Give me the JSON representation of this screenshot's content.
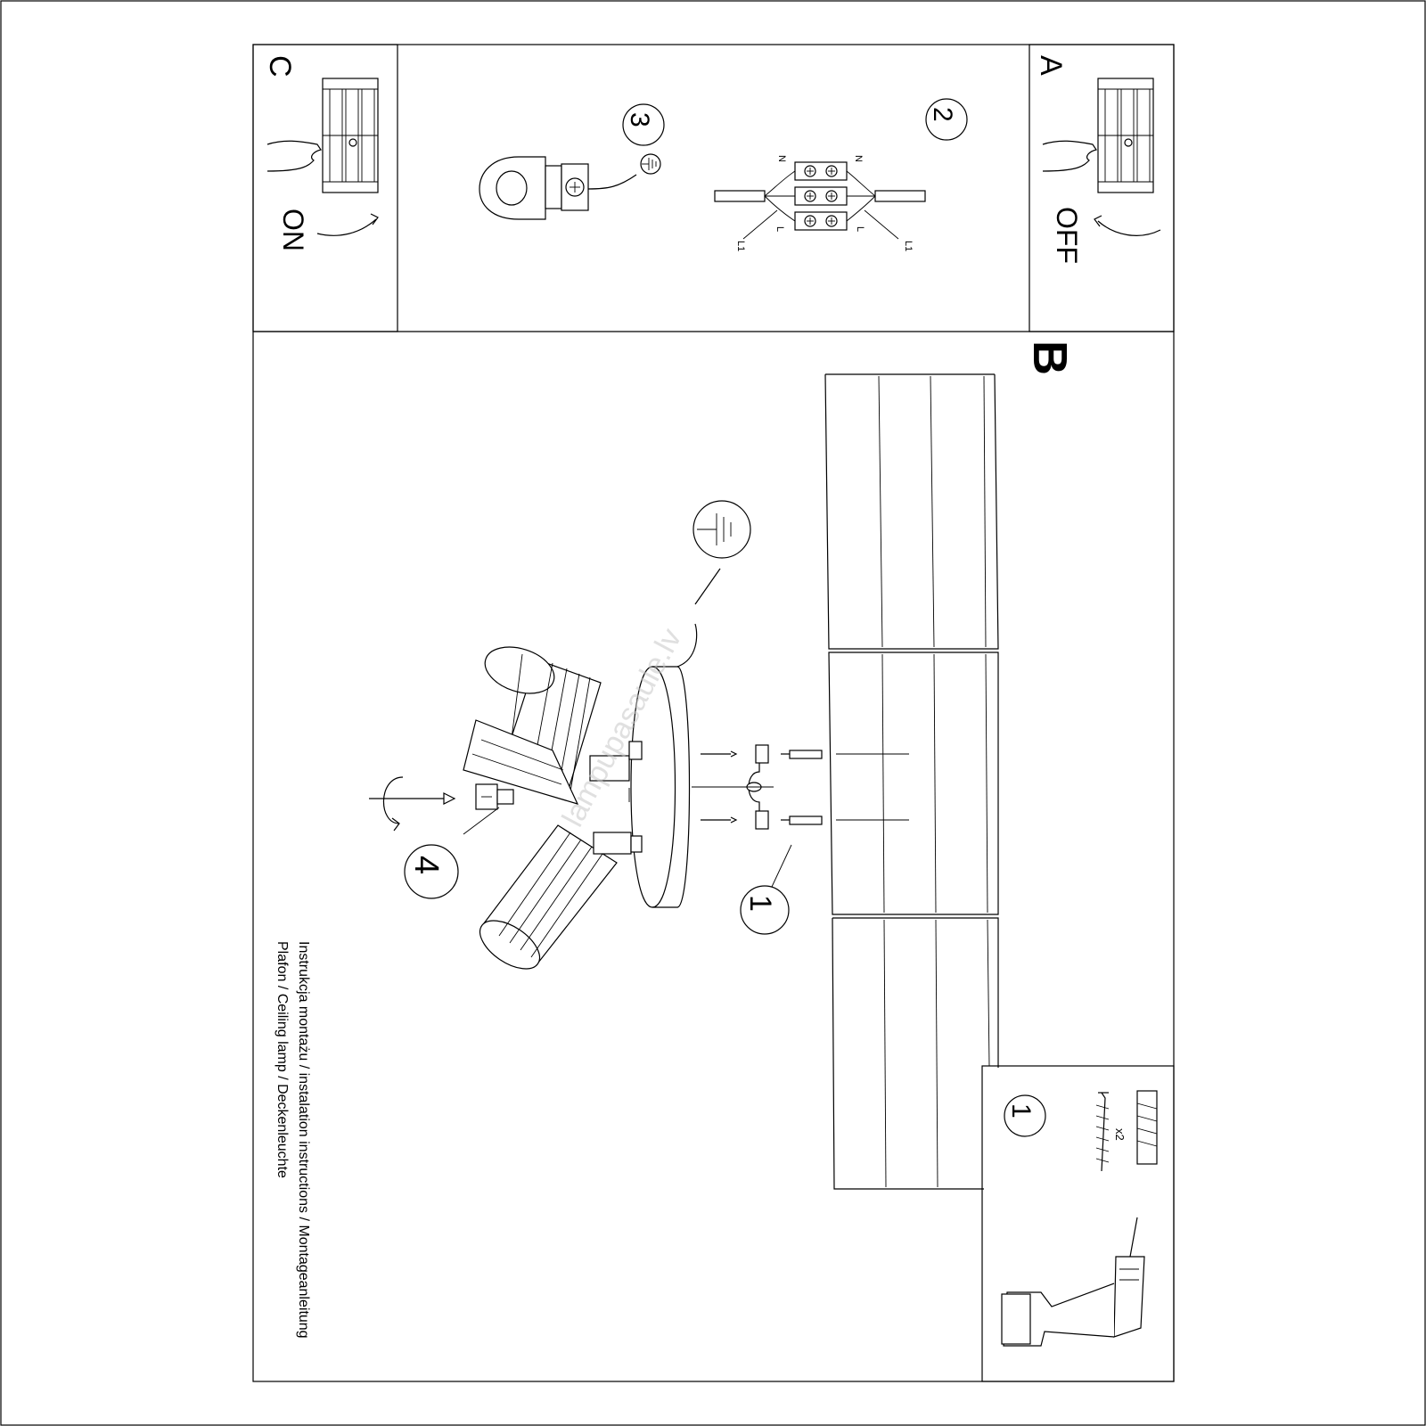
{
  "panels": {
    "a": {
      "letter": "A",
      "action": "OFF"
    },
    "b": {
      "letter": "B"
    },
    "c": {
      "letter": "C",
      "action": "ON"
    }
  },
  "steps": [
    "1",
    "2",
    "3",
    "4"
  ],
  "wiring": {
    "left_labels": {
      "n": "N",
      "l": "L",
      "l1": "L1"
    },
    "right_labels": {
      "n": "N",
      "l": "L",
      "l1": "L1"
    }
  },
  "kit": {
    "quantity": "x2"
  },
  "caption": {
    "line1": "Instrukcja montażu / instalation instructions / Montageanleitung",
    "line2": "Plafon / Ceiling lamp / Deckenleuchte"
  },
  "watermark": "lampupasaule.lv"
}
